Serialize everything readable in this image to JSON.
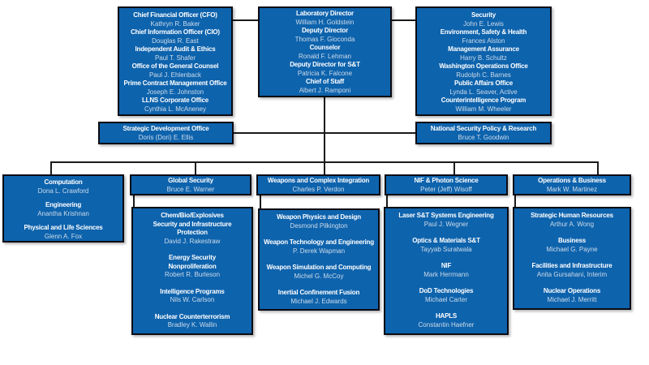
{
  "colors": {
    "box_fill": "#0e63ad",
    "box_border": "#0b0b14",
    "title_text": "#ffffff",
    "name_text": "#cddcea",
    "connector": "#1a1a1a",
    "background": "#ffffff"
  },
  "org": {
    "exec_left": {
      "entries": [
        {
          "title": "Chief Financial Officer (CFO)",
          "name": "Kathryn R. Baker"
        },
        {
          "title": "Chief Information Officer (CIO)",
          "name": "Douglas R. East"
        },
        {
          "title": "Independent Audit & Ethics",
          "name": "Paul T. Shafer"
        },
        {
          "title": "Office of the General Counsel",
          "name": "Paul J. Ehlenback"
        },
        {
          "title": "Prime Contract Management Office",
          "name": "Joseph E. Johnston"
        },
        {
          "title": "LLNS Corporate Office",
          "name": "Cynthia L. McAneney"
        }
      ]
    },
    "director": {
      "entries": [
        {
          "title": "Laboratory Director",
          "name": "William H. Goldstein"
        },
        {
          "title": "Deputy Director",
          "name": "Thomas F. Gioconda"
        },
        {
          "title": "Counselor",
          "name": "Ronald F. Lehman"
        },
        {
          "title": "Deputy Director for S&T",
          "name": "Patricia K. Falcone"
        },
        {
          "title": "Chief of Staff",
          "name": "Albert J. Ramponi"
        }
      ]
    },
    "exec_right": {
      "entries": [
        {
          "title": "Security",
          "name": "John E. Lewis"
        },
        {
          "title": "Environment, Safety & Health",
          "name": "Frances Alston"
        },
        {
          "title": "Management Assurance",
          "name": "Harry B. Schultz"
        },
        {
          "title": "Washington Operations Office",
          "name": "Rudolph C. Barnes"
        },
        {
          "title": "Public Affairs Office",
          "name": "Lynda L. Seaver, Active"
        },
        {
          "title": "Counterintelligence Program",
          "name": "William M. Wheeler"
        }
      ]
    },
    "sdo": {
      "entries": [
        {
          "title": "Strategic Development Office",
          "name": "Doris (Dori) E. Ellis"
        }
      ]
    },
    "nspr": {
      "entries": [
        {
          "title": "National Security Policy & Research",
          "name": "Bruce T. Goodwin"
        }
      ]
    },
    "computation": {
      "entries": [
        {
          "title": "Computation",
          "name": "Dona L. Crawford"
        },
        {
          "title": "Engineering",
          "name": "Anantha Krishnan"
        },
        {
          "title": "Physical and Life Sciences",
          "name": "Glenn A. Fox"
        }
      ]
    },
    "gs_hdr": {
      "entries": [
        {
          "title": "Global Security",
          "name": "Bruce E. Warner"
        }
      ]
    },
    "gs_sub": {
      "entries": [
        {
          "title": "Chem/Bio/Explosives\nSecurity and Infrastructure\nProtection",
          "name": "David J. Rakestraw"
        },
        {
          "title": "Energy Security\nNonproliferation",
          "name": "Robert R. Burleson"
        },
        {
          "title": "Intelligence Programs",
          "name": "Nils W. Carlson"
        },
        {
          "title": "Nuclear Counterterrorism",
          "name": "Bradley K. Wallin"
        }
      ]
    },
    "weapons_hdr": {
      "entries": [
        {
          "title": "Weapons and Complex Integration",
          "name": "Charles P. Verdon"
        }
      ]
    },
    "weapons_sub": {
      "entries": [
        {
          "title": "Weapon Physics and Design",
          "name": "Desmond Pilkington"
        },
        {
          "title": "Weapon Technology and Engineering",
          "name": "P. Derek Wapman"
        },
        {
          "title": "Weapon Simulation and Computing",
          "name": "Michel G. McCoy"
        },
        {
          "title": "Inertial Confinement Fusion",
          "name": "Michael J. Edwards"
        }
      ]
    },
    "nif_hdr": {
      "entries": [
        {
          "title": "NIF & Photon Science",
          "name": "Peter (Jeff) Wisoff"
        }
      ]
    },
    "nif_sub": {
      "entries": [
        {
          "title": "Laser S&T Systems Engineering",
          "name": "Paul J. Wegner"
        },
        {
          "title": "Optics & Materials S&T",
          "name": "Tayyab Suratwala"
        },
        {
          "title": "NIF",
          "name": "Mark Herrmann"
        },
        {
          "title": "DoD Technologies",
          "name": "Michael Carter"
        },
        {
          "title": "HAPLS",
          "name": "Constantin Haefner"
        }
      ]
    },
    "ops_hdr": {
      "entries": [
        {
          "title": "Operations & Business",
          "name": "Mark W. Martinez"
        }
      ]
    },
    "ops_sub": {
      "entries": [
        {
          "title": "Strategic Human Resources",
          "name": "Arthur A. Wong"
        },
        {
          "title": "Business",
          "name": "Michael G. Payne"
        },
        {
          "title": "Facilities and Infrastructure",
          "name": "Anita Gursahani, Interim"
        },
        {
          "title": "Nuclear Operations",
          "name": "Michael J. Merritt"
        }
      ]
    }
  }
}
